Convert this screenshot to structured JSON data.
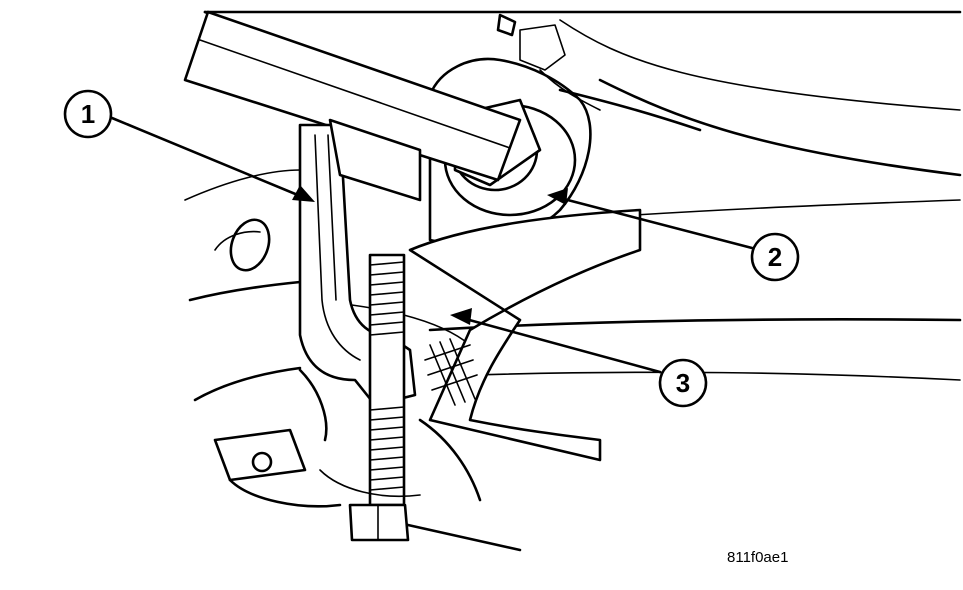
{
  "callouts": [
    {
      "label": "1"
    },
    {
      "label": "2"
    },
    {
      "label": "3"
    }
  ],
  "figure_code": "811f0ae1",
  "colors": {
    "line": "#000000",
    "background": "#ffffff"
  }
}
